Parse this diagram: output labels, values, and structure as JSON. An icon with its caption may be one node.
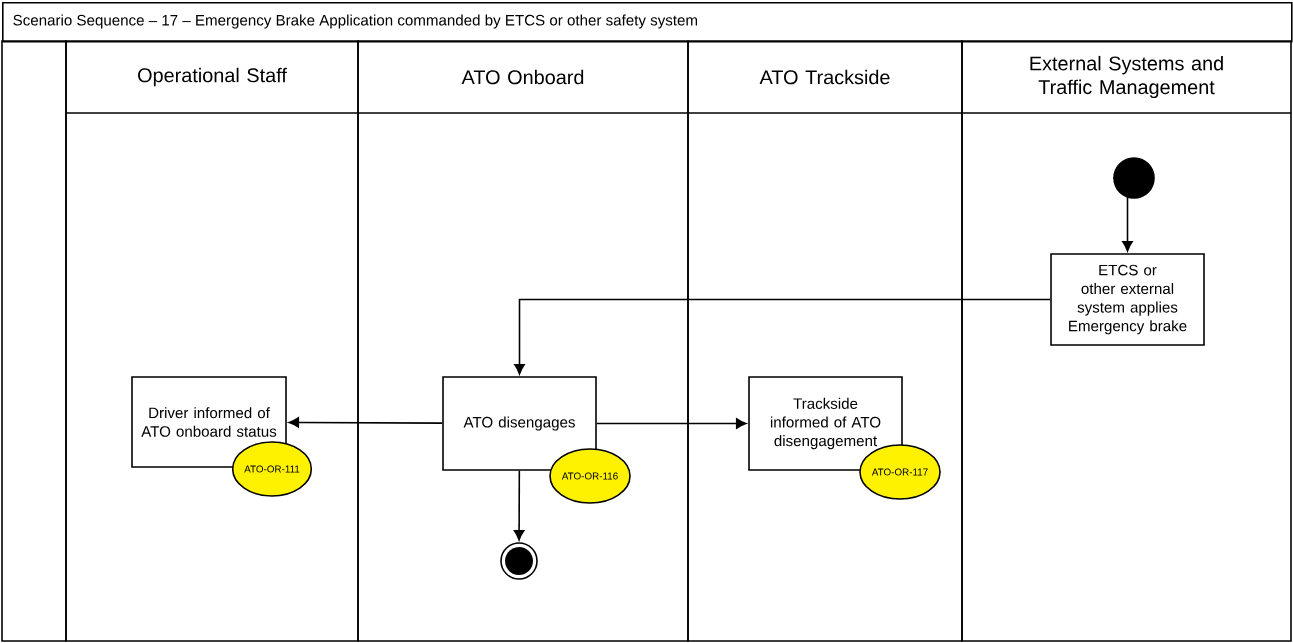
{
  "diagram": {
    "title": "Scenario Sequence – 17 – Emergency Brake Application commanded by ETCS or other safety system",
    "nodes": [
      {
        "text": [
          "Operational Staff"
        ]
      },
      {
        "text": [
          "ATO Onboard"
        ]
      },
      {
        "text": [
          "ATO Trackside"
        ]
      },
      {
        "text": [
          "External Systems and Traffic Management"
        ]
      },
      {
        "text": [],
        "shape": "circle",
        "in": 3
      },
      {
        "text": [
          "ETCS or other external system applies Emergency brake"
        ],
        "in": 3
      },
      {
        "text": [
          "ATO disengages"
        ],
        "in": 1
      },
      {
        "text": [
          "Driver informed of ATO onboard status"
        ],
        "in": 0
      },
      {
        "text": [
          "Trackside informed of ATO disengagement"
        ],
        "in": 2
      },
      {
        "text": [
          "ATO-OR-111"
        ],
        "in": 0
      },
      {
        "text": [
          "ATO-OR-116"
        ],
        "in": 1
      },
      {
        "text": [
          "ATO-OR-117"
        ],
        "in": 2
      },
      {
        "text": [],
        "shape": "circle",
        "in": 1
      }
    ],
    "edges": [
      {
        "from": 4,
        "to": 5,
        "arrow": "to"
      },
      {
        "from": 5,
        "to": 6,
        "arrow": "to"
      },
      {
        "from": 6,
        "to": 7,
        "arrow": "to"
      },
      {
        "from": 6,
        "to": 8,
        "arrow": "to"
      },
      {
        "from": 6,
        "to": 12,
        "arrow": "to"
      }
    ]
  }
}
